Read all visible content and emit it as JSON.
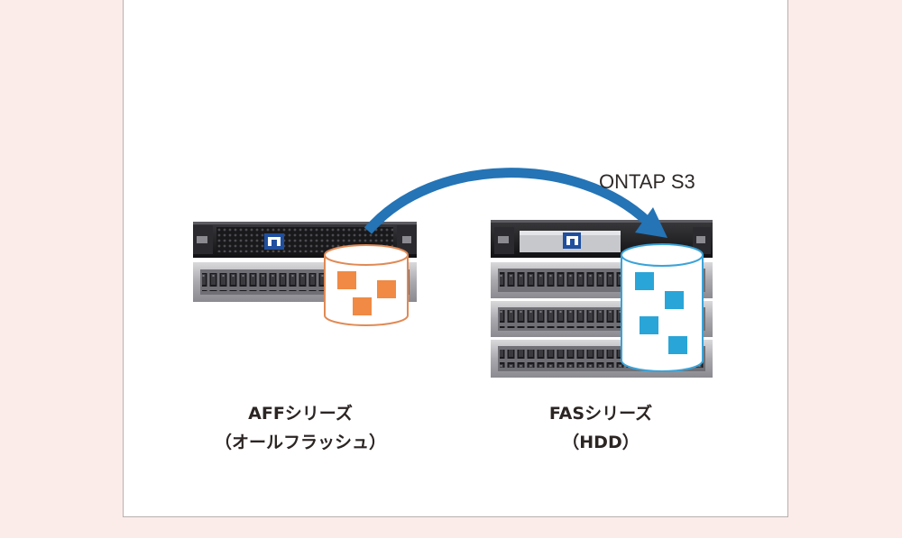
{
  "diagram": {
    "flow_label": "ONTAP S3",
    "source": {
      "line1": "AFFシリーズ",
      "line2": "（オールフラッシュ）",
      "bucket_color": "#f08a44"
    },
    "target": {
      "line1": "FASシリーズ",
      "line2": "（HDD）",
      "bucket_color": "#2aa5d8"
    },
    "arrow_color": "#2474b6",
    "icons": [
      "netapp-logo-icon",
      "storage-bucket-icon",
      "curved-arrow-icon"
    ]
  }
}
